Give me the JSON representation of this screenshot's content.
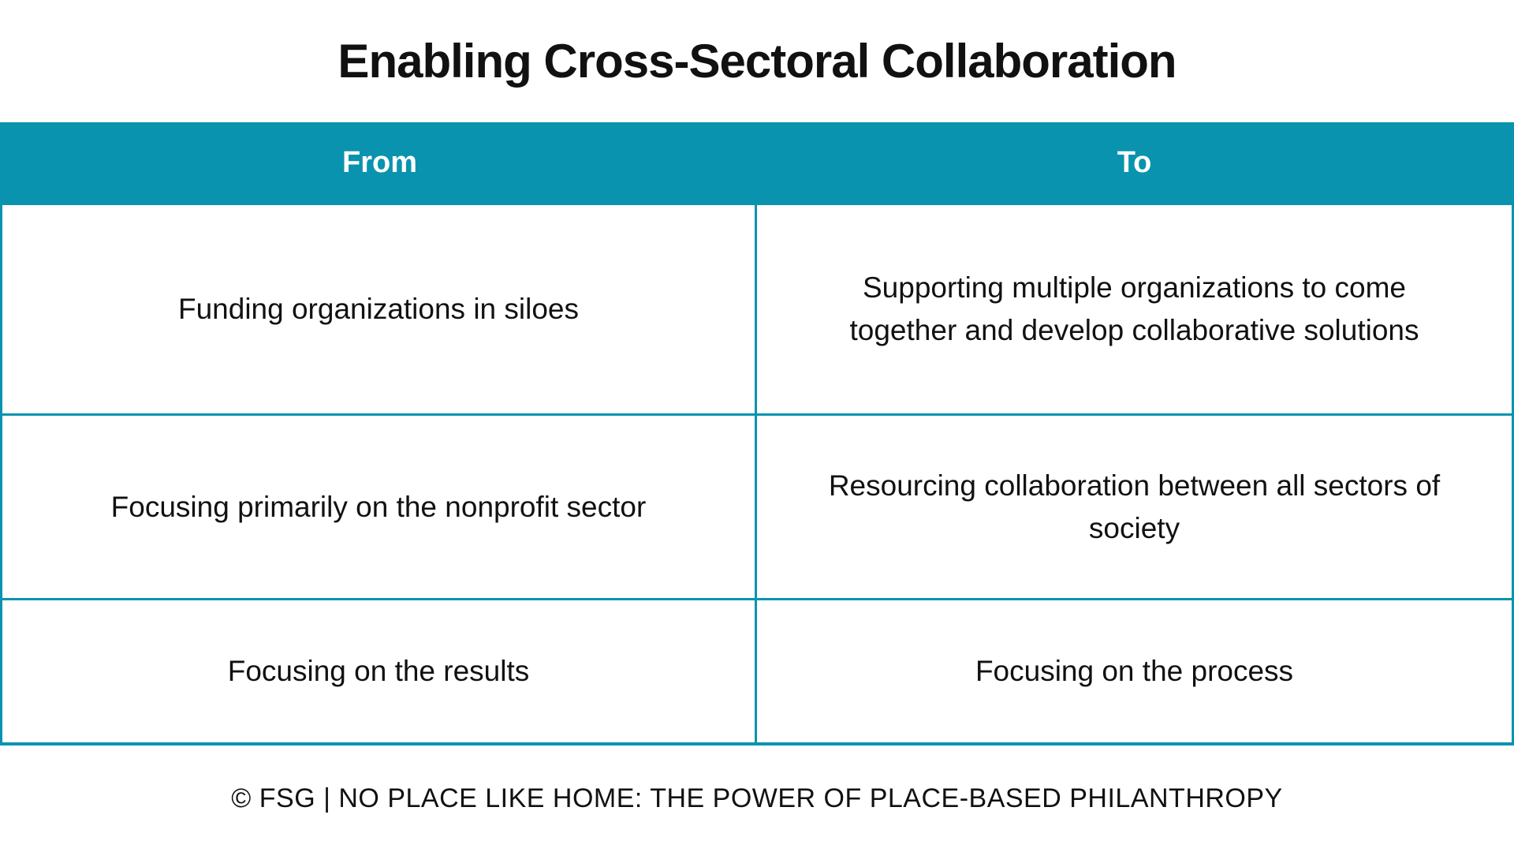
{
  "slide": {
    "title": "Enabling Cross-Sectoral Collaboration",
    "footer": "© FSG | NO PLACE LIKE HOME: THE POWER OF PLACE-BASED PHILANTHROPY"
  },
  "table": {
    "columns": [
      "From",
      "To"
    ],
    "rows": [
      {
        "from": "Funding organizations in siloes",
        "to": "Supporting multiple organizations to come together and develop collaborative solutions"
      },
      {
        "from": "Focusing primarily on the nonprofit sector",
        "to": "Resourcing collaboration between all sectors of society"
      },
      {
        "from": "Focusing on the results",
        "to": "Focusing on the process"
      }
    ]
  },
  "colors": {
    "accent_teal": "#0993AE",
    "header_text": "#FFFFFF",
    "body_text": "#111111",
    "background": "#FFFFFF"
  }
}
